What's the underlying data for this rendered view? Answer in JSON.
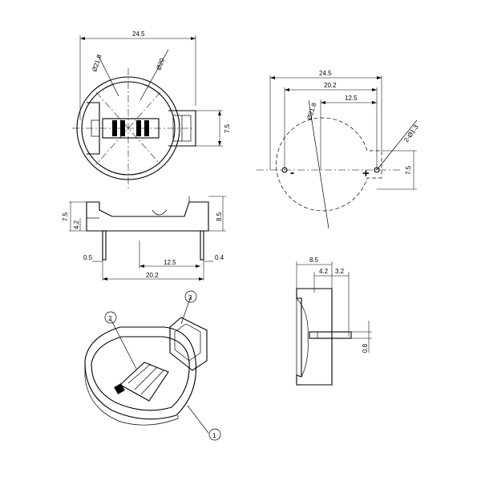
{
  "top_view": {
    "width_label": "24.5",
    "inner_diameter_label": "Ø21.8",
    "outer_diameter_label": "Ø20",
    "height_label": "7.5"
  },
  "front_view": {
    "height_label": "7.5",
    "step_label": "4.2",
    "right_height_label": "8.5",
    "left_pin_label": "0.5",
    "pin_spacing_label": "12.5",
    "right_pin_label": "0.4",
    "total_label": "20.2"
  },
  "pcb_layout": {
    "width_label": "24.5",
    "pad_span_label": "20.2",
    "inner_span_label": "12.5",
    "diameter_label": "Ø21.8",
    "hole_label": "2-Ø1.3",
    "offset_label": "7.5",
    "minus_label": "-",
    "plus_label": "+"
  },
  "side_view": {
    "width_label": "8.5",
    "left_sub_label": "4.2",
    "right_sub_label": "3.2",
    "pin_label": "0.8"
  },
  "callouts": {
    "one": "1",
    "two": "2",
    "three": "3"
  }
}
